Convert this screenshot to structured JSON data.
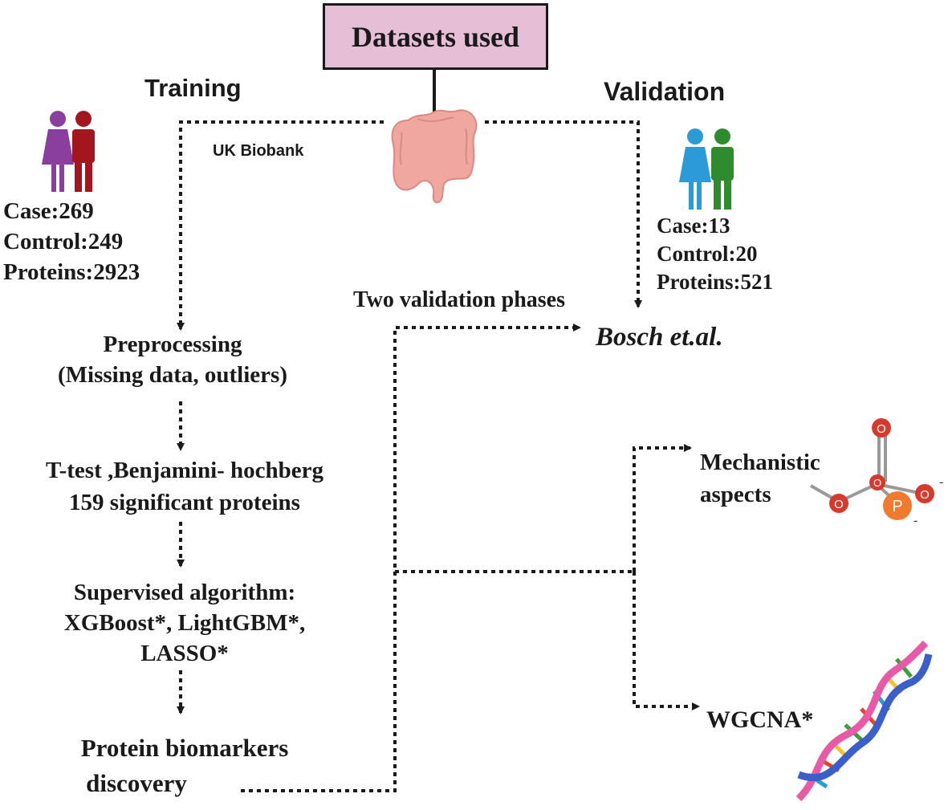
{
  "title": "Datasets used",
  "training": {
    "heading": "Training",
    "source": "UK Biobank",
    "stats": [
      "Case:269",
      "Control:249",
      "Proteins:2923"
    ]
  },
  "validation": {
    "heading": "Validation",
    "stats": [
      "Case:13",
      "Control:20",
      "Proteins:521"
    ],
    "phases_label": "Two validation phases",
    "reference": "Bosch et.al."
  },
  "steps": {
    "preprocessing": [
      "Preprocessing",
      "(Missing data, outliers)"
    ],
    "ttest": [
      "T-test ,Benjamini- hochberg",
      "159  significant proteins"
    ],
    "supervised": [
      "Supervised algorithm:",
      "XGBoost*, LightGBM*,",
      "LASSO*"
    ],
    "biomarkers": [
      "Protein biomarkers",
      "discovery"
    ]
  },
  "outputs": {
    "mechanistic": [
      "Mechanistic",
      "aspects"
    ],
    "wgcna": "WGCNA*"
  },
  "colors": {
    "title_fill": "#e6bfd6",
    "female_training": "#8a3f9e",
    "male_training": "#a3161d",
    "female_validation": "#2a9bd6",
    "male_validation": "#2e8b2e",
    "colon": "#f0a7a0",
    "phosphate_o": "#d63a2c",
    "phosphate_p": "#f07b2e"
  },
  "icons": [
    "training-people-icon",
    "validation-people-icon",
    "colon-icon",
    "phosphate-icon",
    "dna-icon"
  ]
}
